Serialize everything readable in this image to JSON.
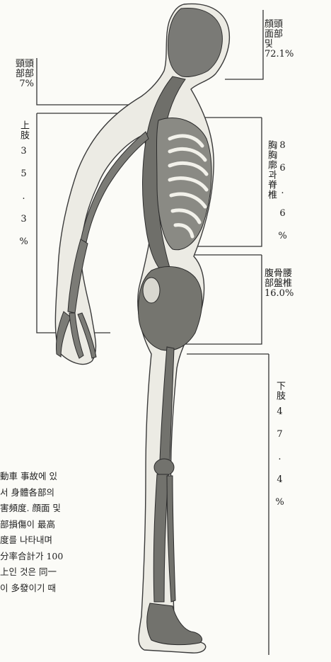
{
  "labels": {
    "head_face": {
      "name_lines": [
        "顔頭",
        "面部",
        "및"
      ],
      "percent": "72.1%"
    },
    "head_neck": {
      "name_lines": [
        "頸頭",
        "部部"
      ],
      "percent": "7%"
    },
    "upper_limb": {
      "name": "上肢",
      "percent": "3 5 . 3 %"
    },
    "chest_spine": {
      "name_a": "胸胸",
      "name_b": "廓",
      "name_c": "과",
      "name_d": "脊椎",
      "percent": "8 6 . 6 %"
    },
    "abdomen_pelvis": {
      "name_lines": [
        "腹骨腰",
        "部盤椎"
      ],
      "percent": "16.0%"
    },
    "lower_limb": {
      "name": "下肢",
      "percent": "4 7 . 4 %"
    }
  },
  "caption": {
    "lines": [
      "動車 事故에 있",
      "서  身體各部의",
      "害頻度. 顔面 및",
      "部損傷이  最高",
      "度를  나타내며",
      "分率合計가 100",
      "上인 것은 同一",
      "이 多發이기 때"
    ]
  }
}
